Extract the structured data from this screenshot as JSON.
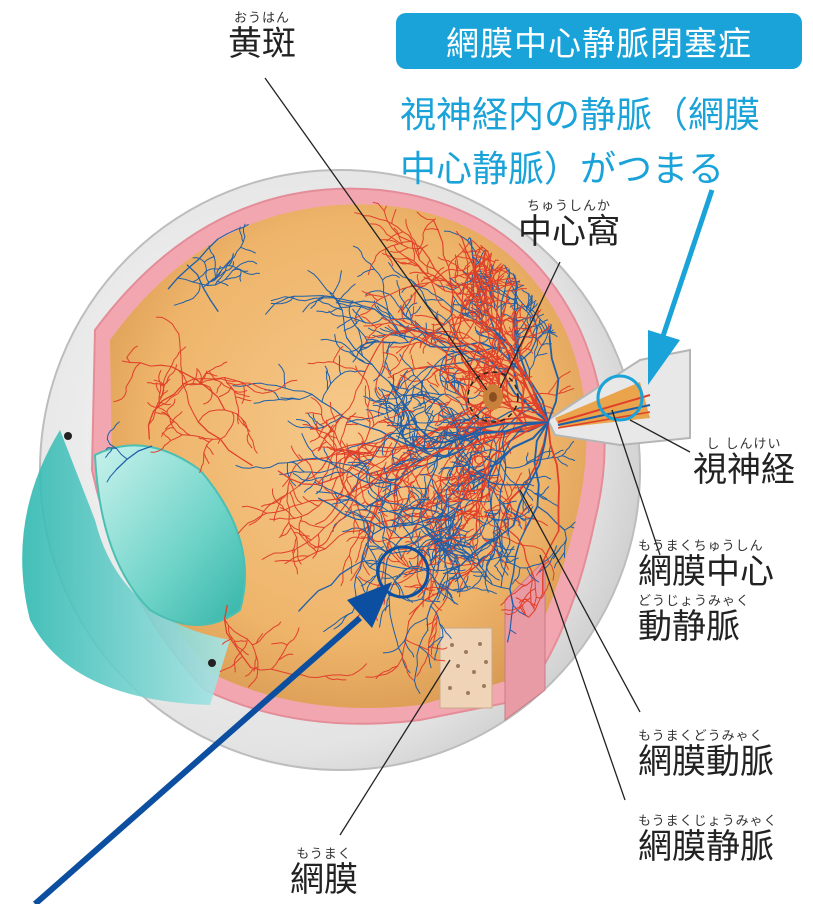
{
  "title": "網膜中心静脈閉塞症",
  "subtitle_line1": "視神経内の静脈（網膜",
  "subtitle_line2": "中心静脈）がつまる",
  "labels": {
    "macula": {
      "ruby": "おうはん",
      "text": "黄斑"
    },
    "fovea": {
      "ruby": "ちゅうしんか",
      "text": "中心窩"
    },
    "optic_nerve": {
      "ruby": "し しんけい",
      "text": "視神経"
    },
    "central_vessels": {
      "ruby": "もうまくちゅうしん",
      "text": "網膜中心",
      "ruby2": "どうじょうみゃく",
      "text2": "動静脈"
    },
    "retinal_artery": {
      "ruby": "もうまくどうみゃく",
      "text": "網膜動脈"
    },
    "retinal_vein": {
      "ruby": "もうまくじょうみゃく",
      "text": "網膜静脈"
    },
    "retina": {
      "ruby": "もうまく",
      "text": "網膜"
    }
  },
  "colors": {
    "accent": "#1aa3d9",
    "artery": "#e0402a",
    "vein": "#1f5fa8",
    "fundus": "#f0b86a",
    "retina_pink": "#f2a7b0",
    "lens": "#6ed3c8",
    "arrow_dark": "#0c4fa0"
  }
}
